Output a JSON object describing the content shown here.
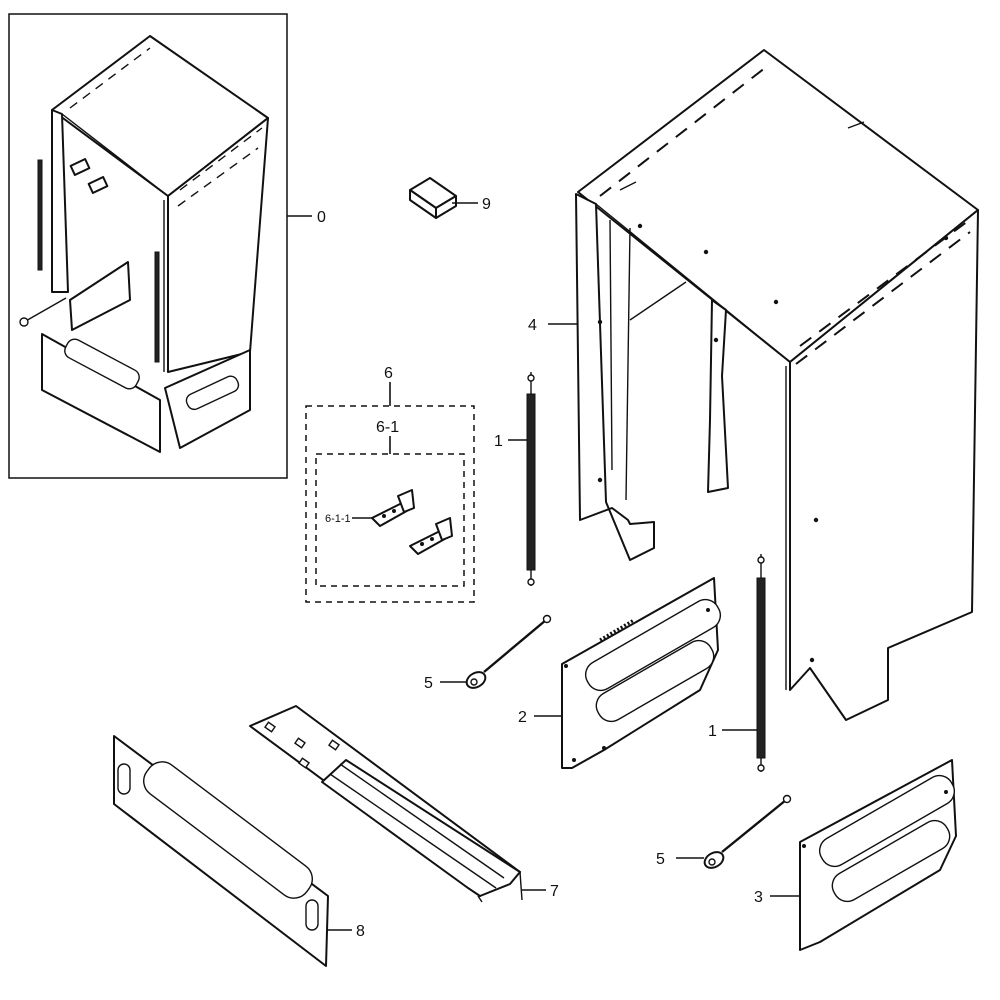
{
  "callouts": {
    "assembly": "0",
    "spring_top": "1",
    "spring_bottom": "1",
    "side_panel_left": "2",
    "side_panel_right": "3",
    "cabinet": "4",
    "cable_top": "5",
    "cable_bottom": "5",
    "hinge_kit": "6",
    "hinge_subkit": "6-1",
    "hinge_bracket": "6-1-1",
    "base_rail": "7",
    "kick_plate": "8",
    "foam_block": "9"
  },
  "colors": {
    "line": "#111111",
    "background": "#ffffff"
  }
}
